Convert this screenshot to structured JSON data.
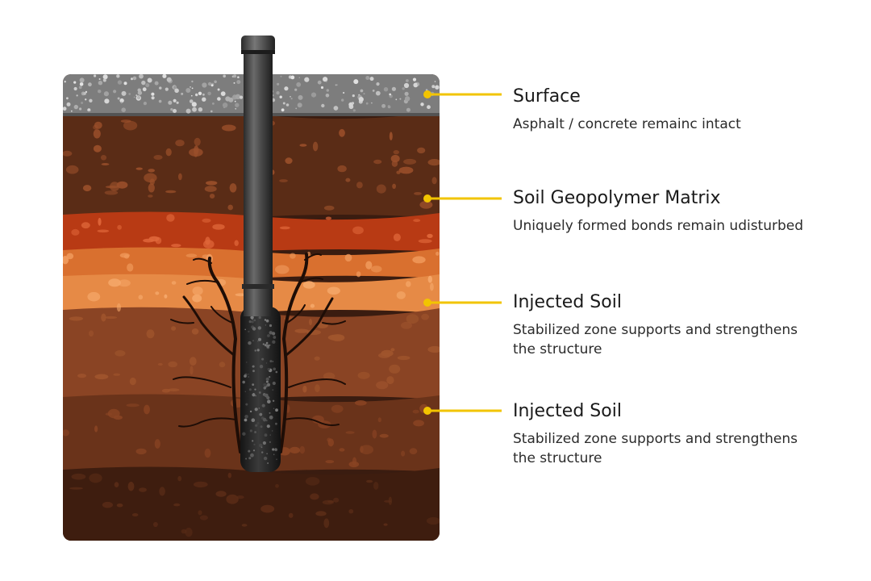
{
  "labels": [
    {
      "title": "Surface",
      "description": "Asphalt / concrete remainc intact"
    },
    {
      "title": "Soil Geopolymer Matrix",
      "description": "Uniquely formed bonds remain udisturbed"
    },
    {
      "title": "Injected Soil",
      "description": "Stabilized zone supports and strengthens the structure"
    },
    {
      "title": "Injected Soil",
      "description": "Stabilized zone supports and strengthens the structure"
    }
  ],
  "colors": {
    "surface": "#7d7d7d",
    "soil_dark": "#3a1c10",
    "soil_brown": "#5e2e17",
    "soil_red": "#b83a14",
    "soil_orange": "#d9702f",
    "soil_light_orange": "#e78a45",
    "pipe": "#3c3c3c",
    "leader": "#f2c400"
  }
}
